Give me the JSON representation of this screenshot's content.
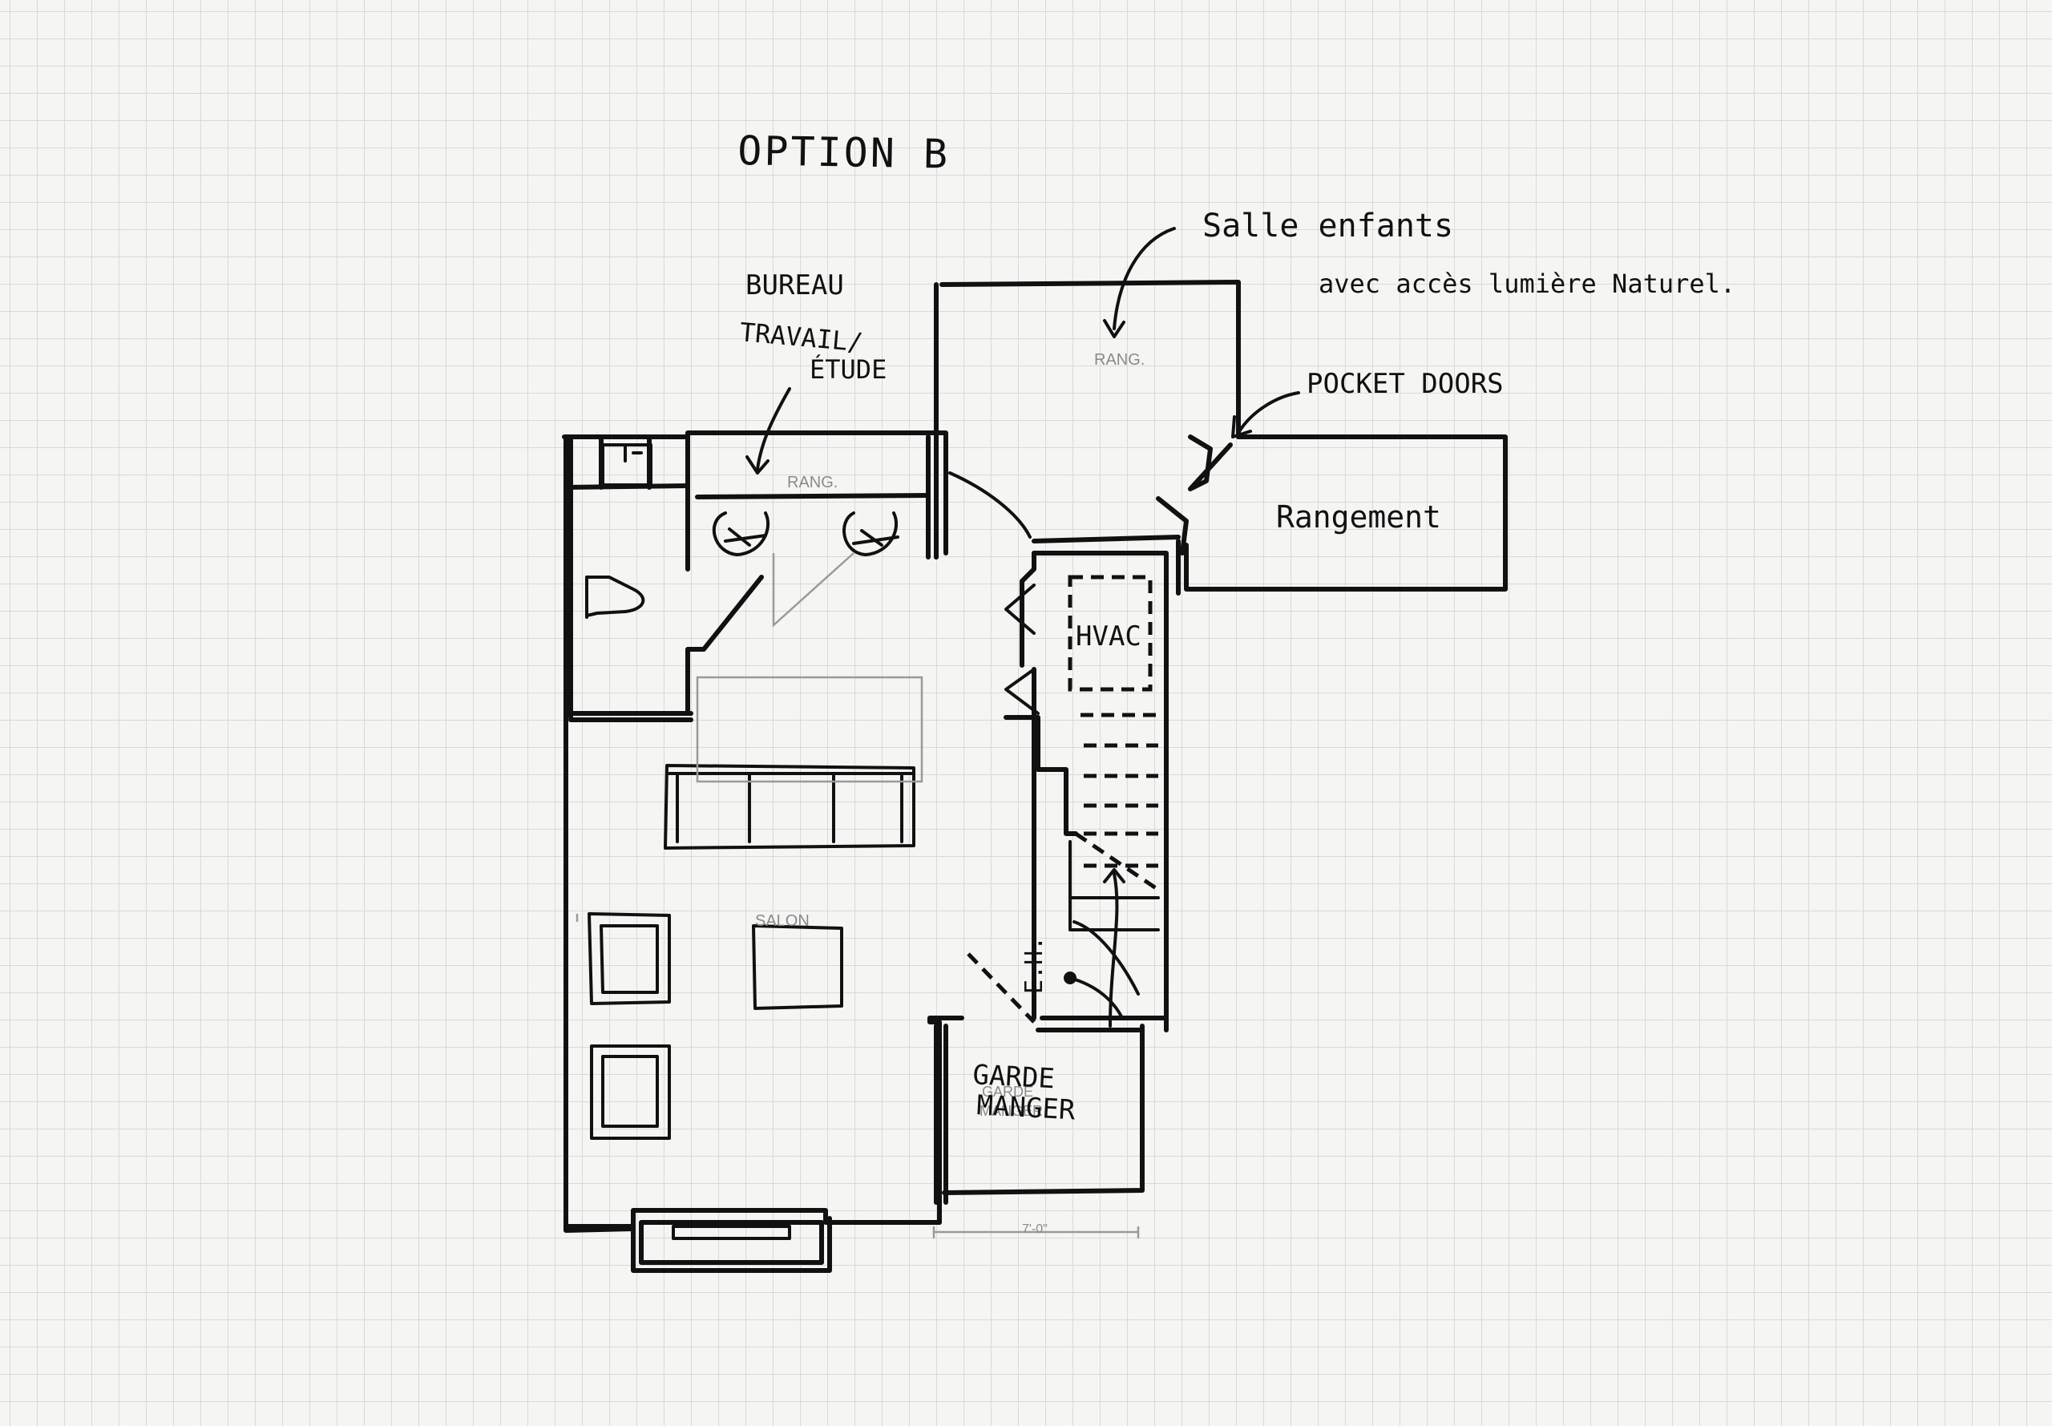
{
  "title": "OPTION B",
  "rooms": {
    "bureau_line1": "BUREAU",
    "bureau_line2": "TRAVAIL/",
    "bureau_line3": "ÉTUDE",
    "rang_office": "RANG.",
    "rang_kids": "RANG.",
    "salon": "SALON",
    "rangement": "Rangement",
    "hvac": "HVAC",
    "eh": "E.H.",
    "garde_line1": "GARDE",
    "garde_line2": "MANGER",
    "garde_cad_line1": "GARDE",
    "garde_cad_line2": "MANGER"
  },
  "notes": {
    "salle_enfants": "Salle enfants",
    "lumiere": "avec accès lumière Naturel.",
    "pocket_doors": "POCKET DOORS"
  },
  "dimension": "7'-0\"",
  "colors": {
    "ink": "#111111",
    "grid": "#d9d9d9",
    "paper": "#f5f5f3",
    "cad_text": "#8a8a8a"
  }
}
